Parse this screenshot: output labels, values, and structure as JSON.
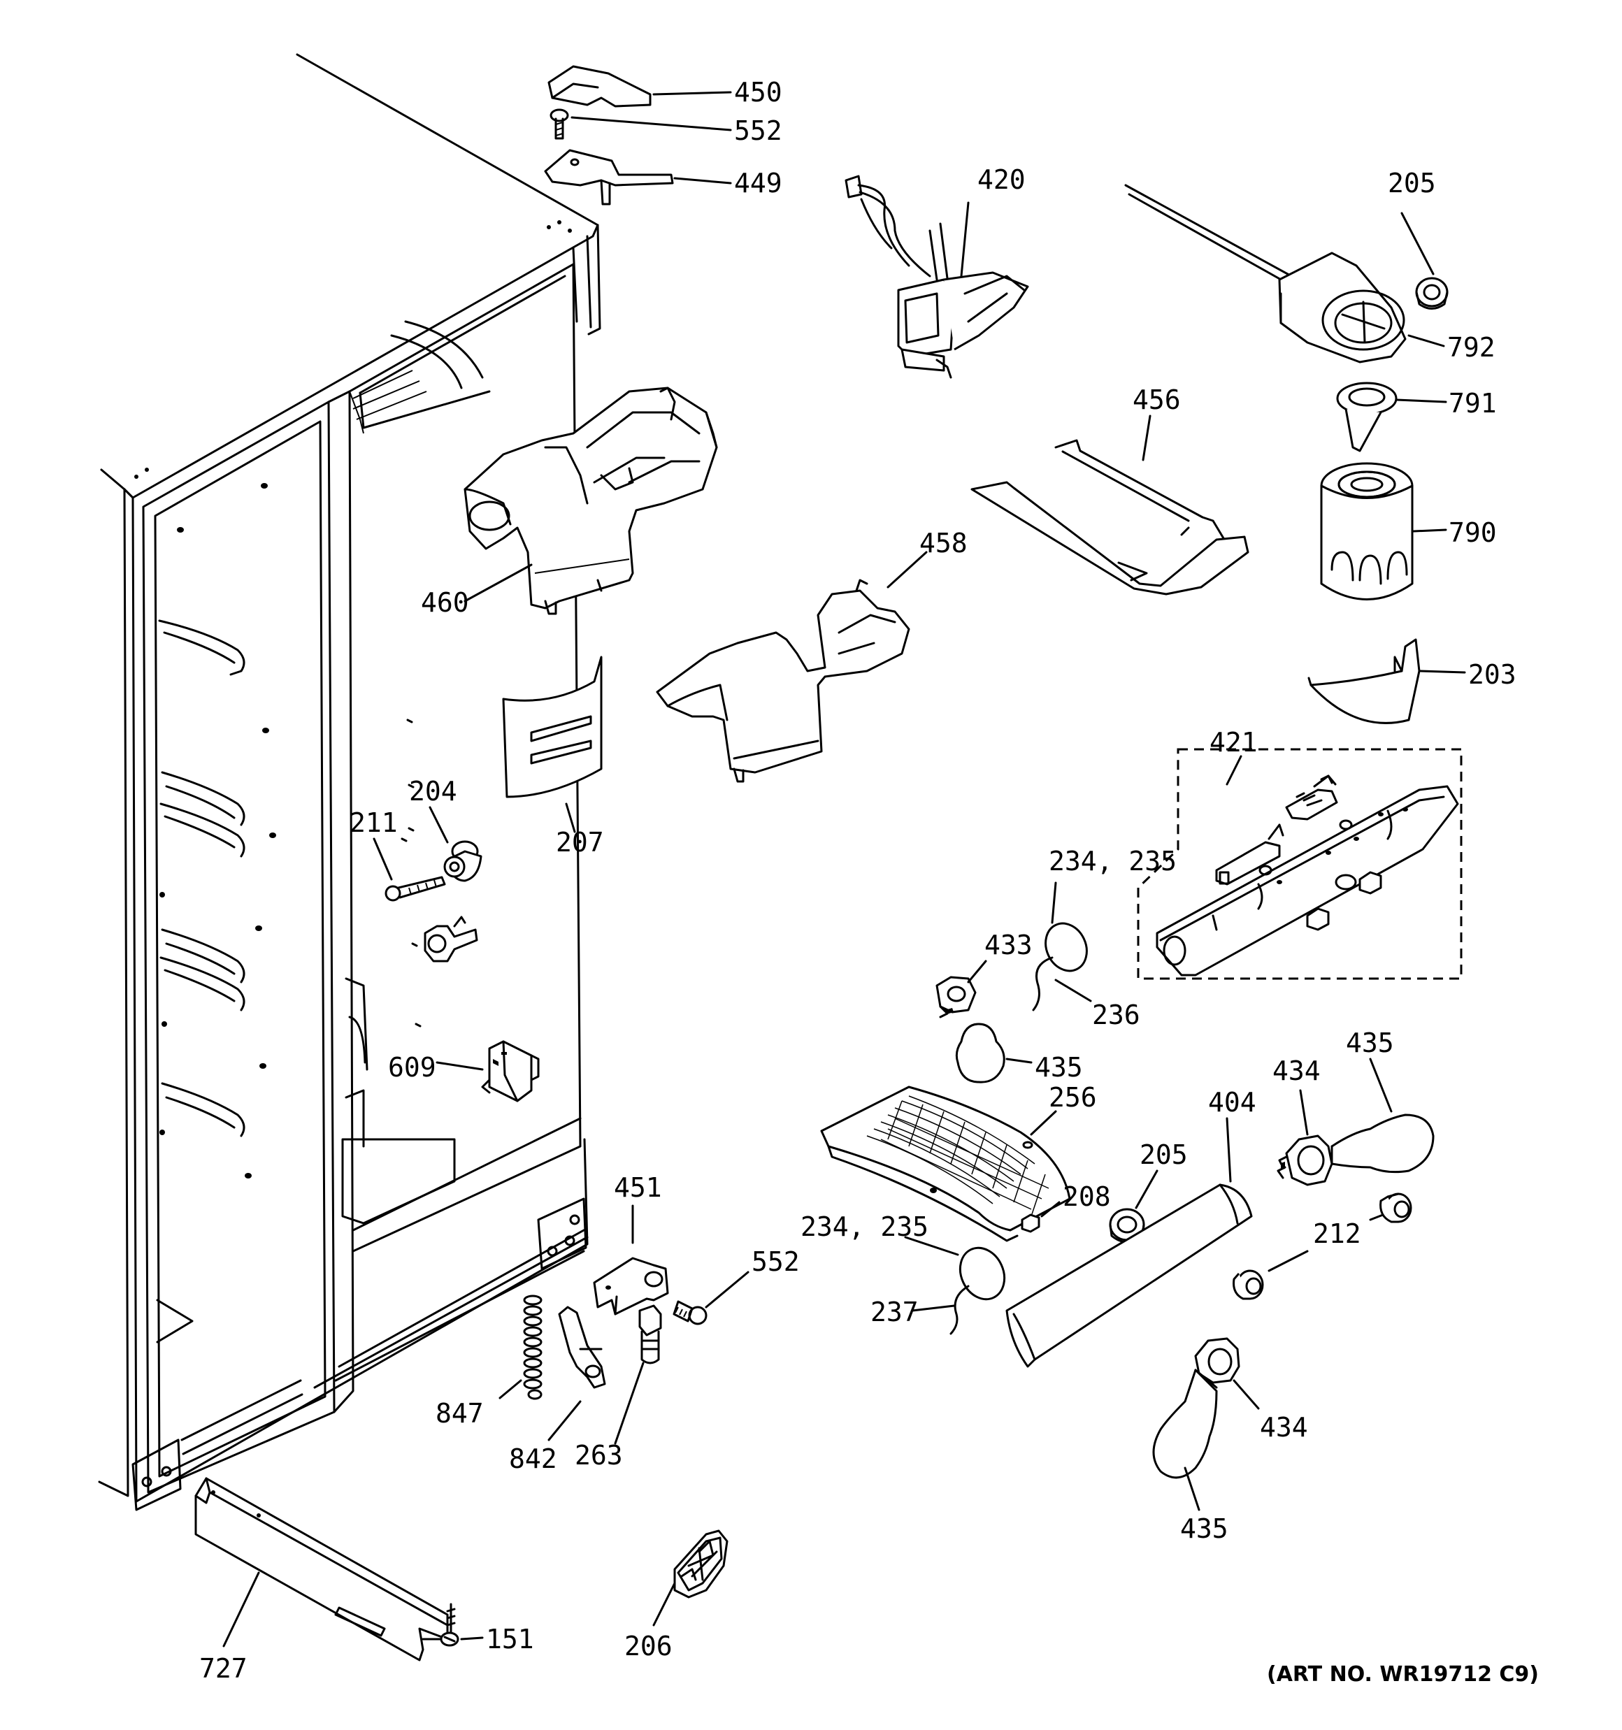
{
  "labels": {
    "p450": "450",
    "p552a": "552",
    "p449": "449",
    "p420": "420",
    "p205a": "205",
    "p792": "792",
    "p791": "791",
    "p456": "456",
    "p790": "790",
    "p460": "460",
    "p458": "458",
    "p203": "203",
    "p421": "421",
    "p204": "204",
    "p211": "211",
    "p207": "207",
    "p234a": "234, 235",
    "p433": "433",
    "p236": "236",
    "p435a": "435",
    "p609": "609",
    "p435b": "435",
    "p434a": "434",
    "p256": "256",
    "p205b": "205",
    "p404": "404",
    "p451": "451",
    "p208": "208",
    "p212": "212",
    "p234b": "234, 235",
    "p552b": "552",
    "p237": "237",
    "p847": "847",
    "p842": "842",
    "p263": "263",
    "p434b": "434",
    "p435c": "435",
    "p727": "727",
    "p151": "151",
    "p206": "206"
  },
  "art_number": "(ART NO. WR19712 C9)"
}
